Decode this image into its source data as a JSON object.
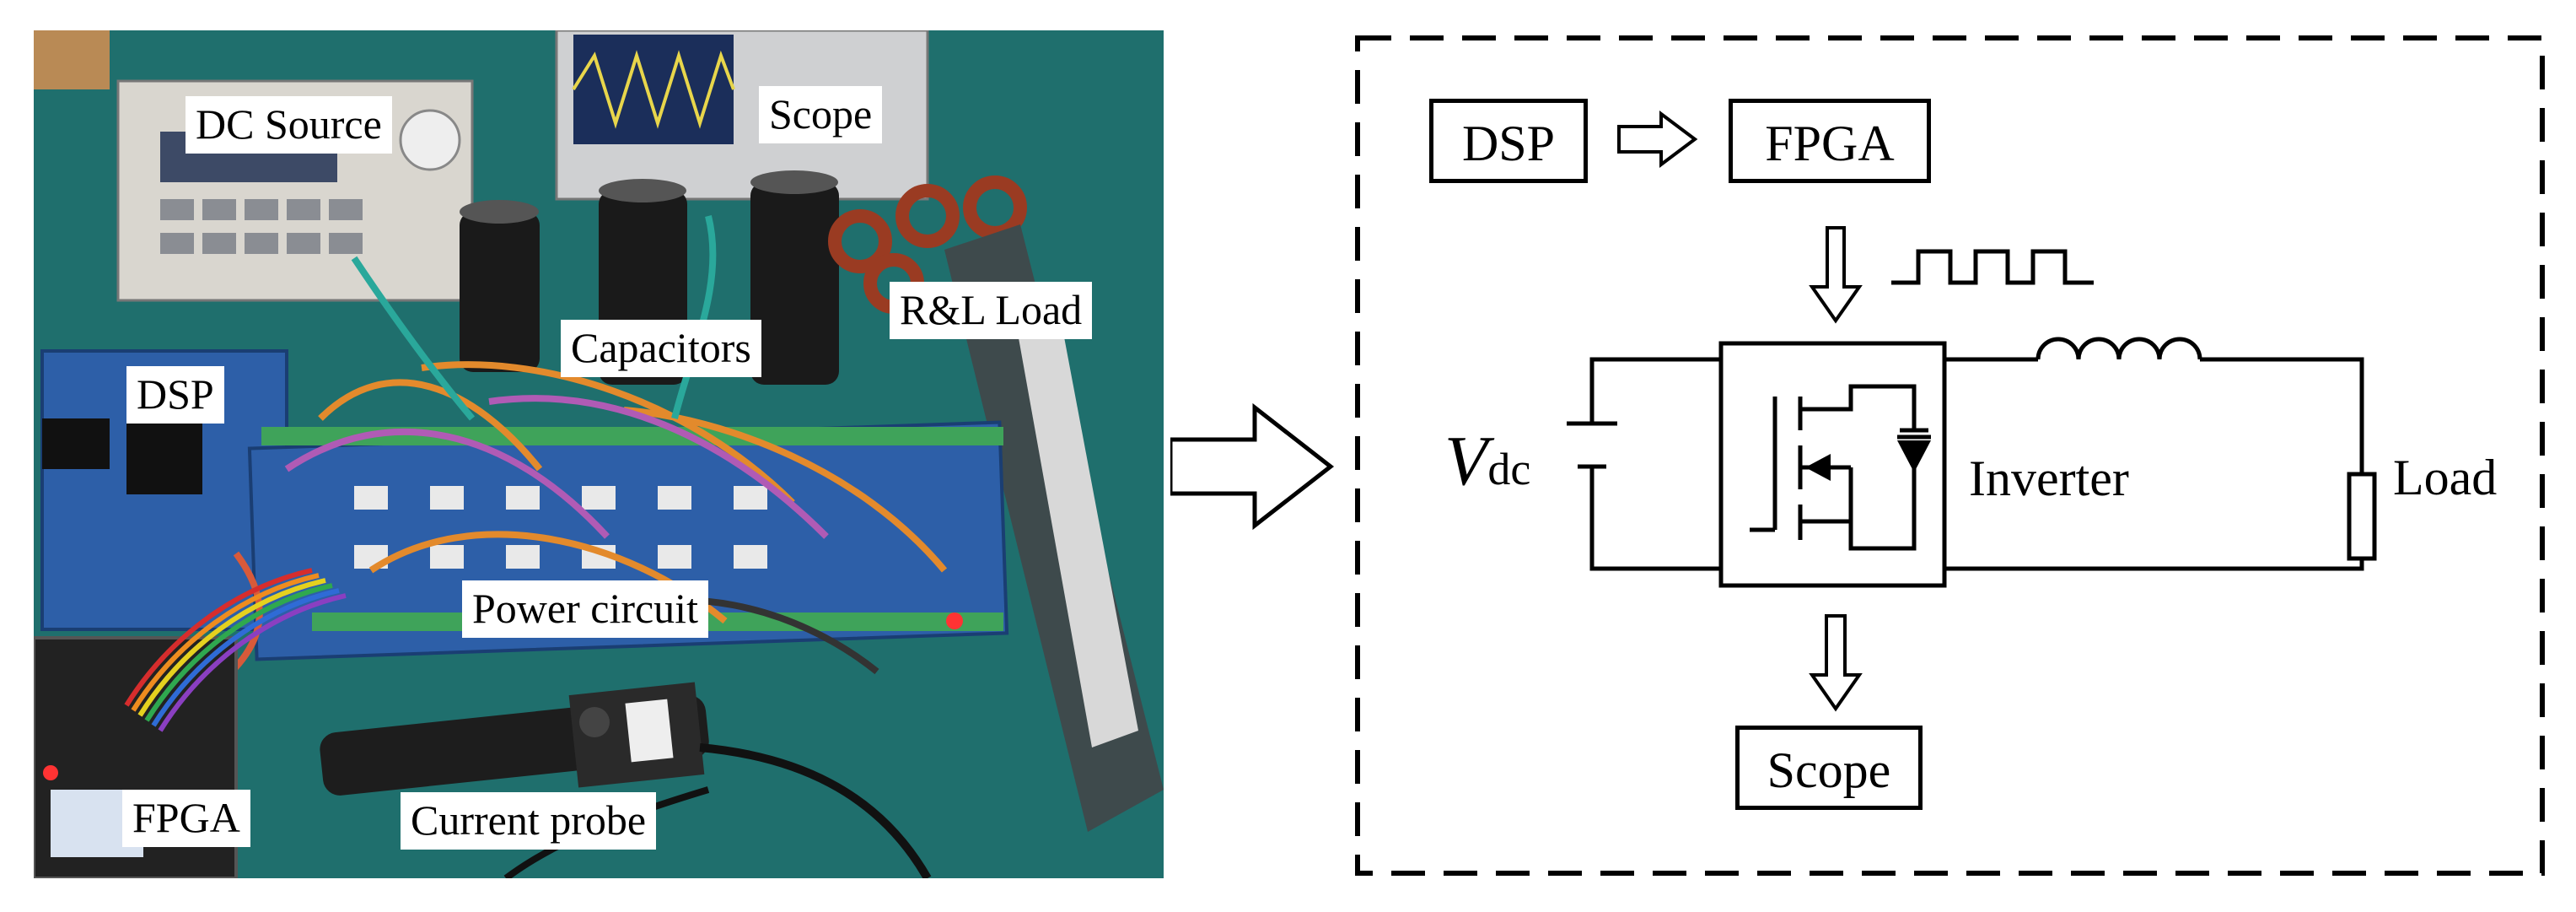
{
  "photo": {
    "labels": {
      "dc_source": "DC Source",
      "scope": "Scope",
      "capacitors": "Capacitors",
      "rl_load": "R&L Load",
      "dsp": "DSP",
      "power_circuit": "Power circuit",
      "fpga": "FPGA",
      "current_probe": "Current probe"
    }
  },
  "schematic": {
    "dsp": "DSP",
    "fpga": "FPGA",
    "scope": "Scope",
    "vdc_symbol": "V",
    "vdc_subscript": "dc",
    "inverter": "Inverter",
    "load": "Load"
  },
  "colors": {
    "bench_mat": "#1f6f6d",
    "wire_orange": "#e38a2c",
    "wire_purple": "#b05bb5",
    "board_blue": "#2d5fa8",
    "line": "#000000"
  }
}
